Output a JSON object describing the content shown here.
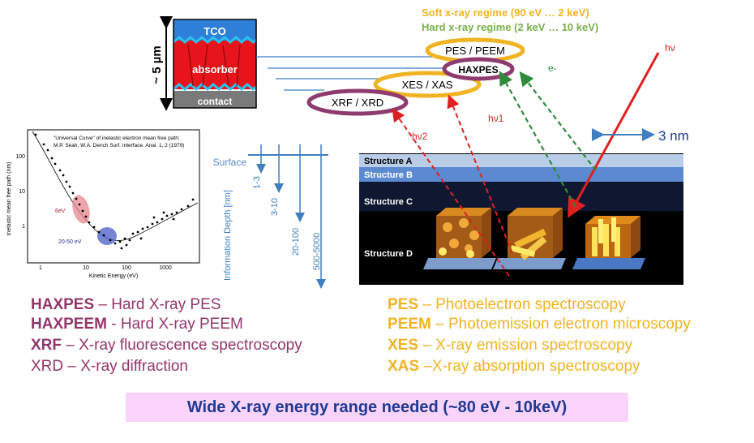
{
  "stack": {
    "thickness_label": "~ 5 µm",
    "layer_top": "TCO",
    "layer_mid": "absorber",
    "layer_bottom": "contact"
  },
  "regimes": {
    "soft": "Soft x-ray regime (90 eV … 2 keV)",
    "hard": "Hard x-ray regime (2 keV … 10 keV)"
  },
  "techniques": {
    "pes_peem": "PES / PEEM",
    "haxpes": "HAXPES",
    "xes_xas": "XES / XAS",
    "xrf_xrd": "XRF / XRD"
  },
  "beam": {
    "incident": "hν",
    "electron": "e-",
    "hv1": "hν1",
    "hv2": "hν2",
    "scale_label": "3 nm"
  },
  "depth": {
    "surface": "Surface",
    "axis_label": "Information Depth [nm]",
    "ranges": [
      "1-3",
      "3-10",
      "20-100",
      "500-5000"
    ]
  },
  "structures": [
    "Structure A",
    "Structure B",
    "Structure C",
    "Structure D"
  ],
  "imfp_chart": {
    "title_line1": "\"Universal Curve\" of inelastic electron mean free path:",
    "title_line2": "M.P. Seah, W.A. Dench Surf. Interface. Anal. 1, 2 (1979)",
    "ylabel": "Inelastic mean free path (nm)",
    "xlabel": "Kinetic Energy (eV)",
    "annot_6ev": "6eV",
    "annot_2050": "20-50 eV",
    "y_ticks": [
      "100",
      "10",
      "1"
    ],
    "x_ticks": [
      "1",
      "10",
      "100",
      "1000"
    ]
  },
  "legend_left": [
    {
      "term": "HAXPES",
      "desc": " – Hard X-ray PES",
      "bold": true
    },
    {
      "term": "HAXPEEM",
      "desc": " - Hard X-ray PEEM",
      "bold": true
    },
    {
      "term": "XRF",
      "desc": " – X-ray fluorescence spectroscopy",
      "bold": true
    },
    {
      "term": "XRD",
      "desc": " – X-ray diffraction",
      "bold": false
    }
  ],
  "legend_right": [
    {
      "term": "PES",
      "desc": " – Photoelectron spectroscopy"
    },
    {
      "term": "PEEM",
      "desc": " – Photoemission electron microscopy"
    },
    {
      "term": "XES",
      "desc": " – X-ray emission spectroscopy"
    },
    {
      "term": "XAS",
      "desc": " –X-ray absorption spectroscopy"
    }
  ],
  "banner": "Wide X-ray energy range needed (~80 eV - 10keV)",
  "colors": {
    "purple": "#8e3b6f",
    "gold": "#f0b323",
    "green": "#77b04a",
    "blue": "#3f7fbf",
    "red": "#e02020"
  }
}
